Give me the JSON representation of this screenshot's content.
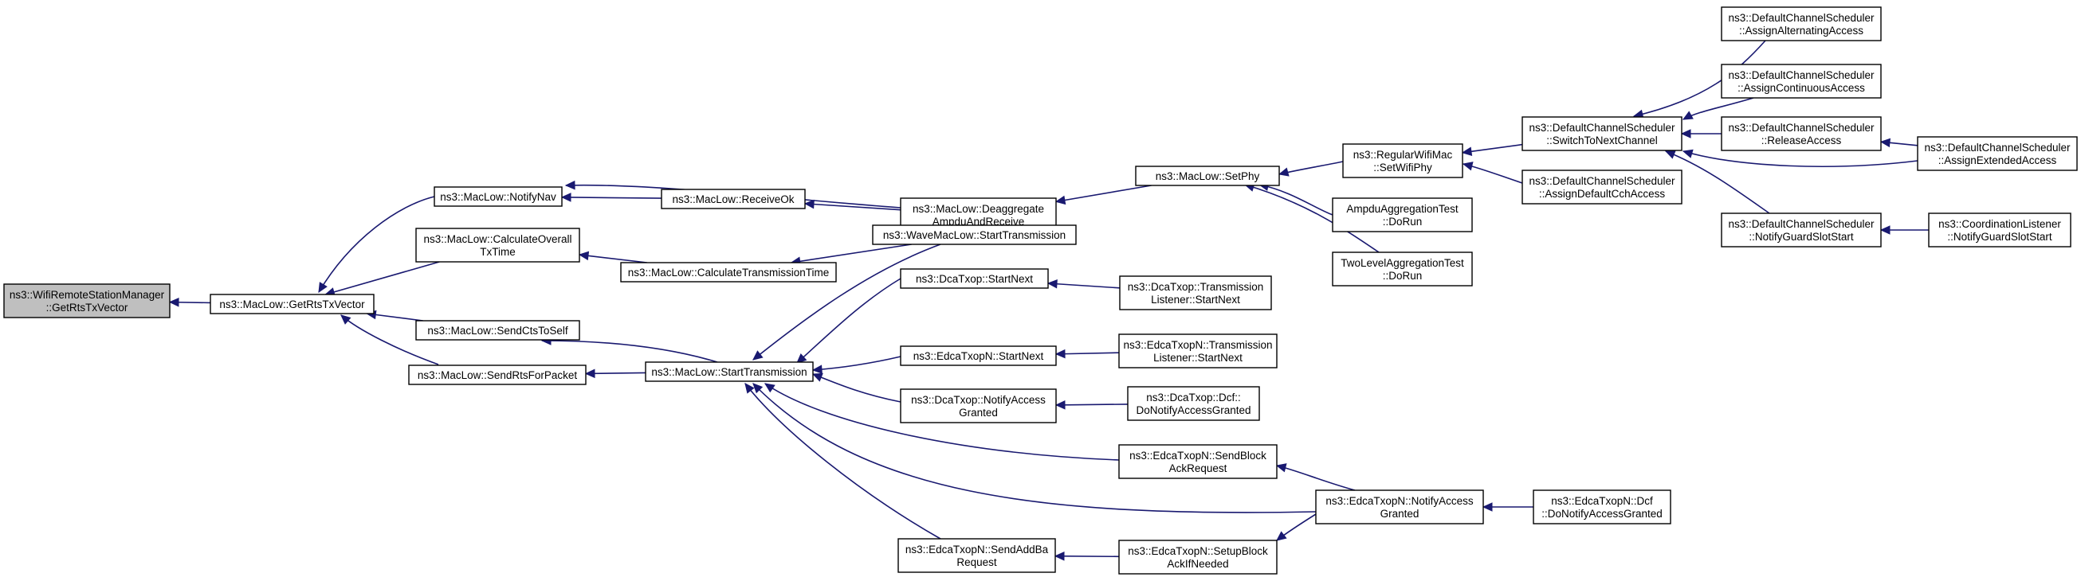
{
  "diagram": {
    "nodes": [
      {
        "id": "root",
        "lines": [
          "ns3::WifiRemoteStationManager",
          "::GetRtsTxVector"
        ],
        "root": true
      },
      {
        "id": "getrts",
        "lines": [
          "ns3::MacLow::GetRtsTxVector"
        ]
      },
      {
        "id": "notifynav",
        "lines": [
          "ns3::MacLow::NotifyNav"
        ]
      },
      {
        "id": "calcoverall",
        "lines": [
          "ns3::MacLow::CalculateOverall",
          "TxTime"
        ]
      },
      {
        "id": "sendcts",
        "lines": [
          "ns3::MacLow::SendCtsToSelf"
        ]
      },
      {
        "id": "sendrts",
        "lines": [
          "ns3::MacLow::SendRtsForPacket"
        ]
      },
      {
        "id": "receiveok",
        "lines": [
          "ns3::MacLow::ReceiveOk"
        ]
      },
      {
        "id": "calctrans",
        "lines": [
          "ns3::MacLow::CalculateTransmissionTime"
        ]
      },
      {
        "id": "starttrans",
        "lines": [
          "ns3::MacLow::StartTransmission"
        ]
      },
      {
        "id": "deaggr",
        "lines": [
          "ns3::MacLow::Deaggregate",
          "AmpduAndReceive"
        ]
      },
      {
        "id": "wavestart",
        "lines": [
          "ns3::WaveMacLow::StartTransmission"
        ]
      },
      {
        "id": "dcastartnext",
        "lines": [
          "ns3::DcaTxop::StartNext"
        ]
      },
      {
        "id": "edcastartnext",
        "lines": [
          "ns3::EdcaTxopN::StartNext"
        ]
      },
      {
        "id": "dcanotify",
        "lines": [
          "ns3::DcaTxop::NotifyAccess",
          "Granted"
        ]
      },
      {
        "id": "edcasendaddba",
        "lines": [
          "ns3::EdcaTxopN::SendAddBa",
          "Request"
        ]
      },
      {
        "id": "setphy",
        "lines": [
          "ns3::MacLow::SetPhy"
        ]
      },
      {
        "id": "dcatranslistener",
        "lines": [
          "ns3::DcaTxop::Transmission",
          "Listener::StartNext"
        ]
      },
      {
        "id": "edcatranslistener",
        "lines": [
          "ns3::EdcaTxopN::Transmission",
          "Listener::StartNext"
        ]
      },
      {
        "id": "dcadcf",
        "lines": [
          "ns3::DcaTxop::Dcf::",
          "DoNotifyAccessGranted"
        ]
      },
      {
        "id": "edcasendblock",
        "lines": [
          "ns3::EdcaTxopN::SendBlock",
          "AckRequest"
        ]
      },
      {
        "id": "edcasetupblock",
        "lines": [
          "ns3::EdcaTxopN::SetupBlock",
          "AckIfNeeded"
        ]
      },
      {
        "id": "regularwifi",
        "lines": [
          "ns3::RegularWifiMac",
          "::SetWifiPhy"
        ]
      },
      {
        "id": "ampdutest",
        "lines": [
          "AmpduAggregationTest",
          "::DoRun"
        ]
      },
      {
        "id": "twoleveltest",
        "lines": [
          "TwoLevelAggregationTest",
          "::DoRun"
        ]
      },
      {
        "id": "edcanotify",
        "lines": [
          "ns3::EdcaTxopN::NotifyAccess",
          "Granted"
        ]
      },
      {
        "id": "switchnext",
        "lines": [
          "ns3::DefaultChannelScheduler",
          "::SwitchToNextChannel"
        ]
      },
      {
        "id": "assigndefault",
        "lines": [
          "ns3::DefaultChannelScheduler",
          "::AssignDefaultCchAccess"
        ]
      },
      {
        "id": "edcadcf",
        "lines": [
          "ns3::EdcaTxopN::Dcf",
          "::DoNotifyAccessGranted"
        ]
      },
      {
        "id": "assignalt",
        "lines": [
          "ns3::DefaultChannelScheduler",
          "::AssignAlternatingAccess"
        ]
      },
      {
        "id": "assigncont",
        "lines": [
          "ns3::DefaultChannelScheduler",
          "::AssignContinuousAccess"
        ]
      },
      {
        "id": "release",
        "lines": [
          "ns3::DefaultChannelScheduler",
          "::ReleaseAccess"
        ]
      },
      {
        "id": "notifyguard",
        "lines": [
          "ns3::DefaultChannelScheduler",
          "::NotifyGuardSlotStart"
        ]
      },
      {
        "id": "assignext",
        "lines": [
          "ns3::DefaultChannelScheduler",
          "::AssignExtendedAccess"
        ]
      },
      {
        "id": "coordlistener",
        "lines": [
          "ns3::CoordinationListener",
          "::NotifyGuardSlotStart"
        ]
      }
    ],
    "edges": [
      [
        "getrts",
        "root"
      ],
      [
        "notifynav",
        "getrts"
      ],
      [
        "calcoverall",
        "getrts"
      ],
      [
        "sendcts",
        "getrts"
      ],
      [
        "sendrts",
        "getrts"
      ],
      [
        "receiveok",
        "notifynav"
      ],
      [
        "deaggr",
        "notifynav"
      ],
      [
        "calctrans",
        "calcoverall"
      ],
      [
        "starttrans",
        "sendcts"
      ],
      [
        "starttrans",
        "sendrts"
      ],
      [
        "deaggr",
        "receiveok"
      ],
      [
        "wavestart",
        "calctrans"
      ],
      [
        "wavestart",
        "starttrans"
      ],
      [
        "dcastartnext",
        "starttrans"
      ],
      [
        "edcastartnext",
        "starttrans"
      ],
      [
        "dcanotify",
        "starttrans"
      ],
      [
        "edcasendblock",
        "starttrans"
      ],
      [
        "edcanotify",
        "starttrans"
      ],
      [
        "edcasendaddba",
        "starttrans"
      ],
      [
        "setphy",
        "deaggr"
      ],
      [
        "dcatranslistener",
        "dcastartnext"
      ],
      [
        "edcatranslistener",
        "edcastartnext"
      ],
      [
        "dcadcf",
        "dcanotify"
      ],
      [
        "edcasetupblock",
        "edcasendaddba"
      ],
      [
        "regularwifi",
        "setphy"
      ],
      [
        "ampdutest",
        "setphy"
      ],
      [
        "twoleveltest",
        "setphy"
      ],
      [
        "edcanotify",
        "edcasendblock"
      ],
      [
        "edcanotify",
        "edcasetupblock"
      ],
      [
        "switchnext",
        "regularwifi"
      ],
      [
        "assigndefault",
        "regularwifi"
      ],
      [
        "edcadcf",
        "edcanotify"
      ],
      [
        "assignalt",
        "switchnext"
      ],
      [
        "assigncont",
        "switchnext"
      ],
      [
        "release",
        "switchnext"
      ],
      [
        "assignext",
        "switchnext"
      ],
      [
        "notifyguard",
        "switchnext"
      ],
      [
        "assignext",
        "release"
      ],
      [
        "coordlistener",
        "notifyguard"
      ]
    ]
  }
}
